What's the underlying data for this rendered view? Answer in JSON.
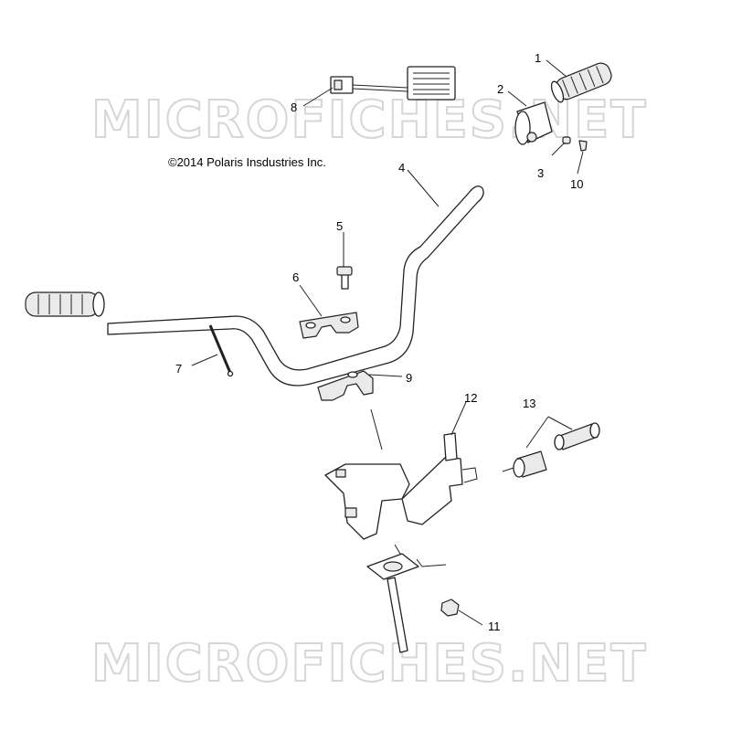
{
  "diagram": {
    "copyright": "©2014 Polaris Insdustries Inc.",
    "watermark_top": "MICROFICHES.NET",
    "watermark_bottom": "MICROFICHES.NET",
    "callouts": {
      "c1": "1",
      "c2": "2",
      "c3": "3",
      "c4": "4",
      "c5": "5",
      "c6": "6",
      "c7": "7",
      "c8": "8",
      "c9": "9",
      "c10": "10",
      "c11": "11",
      "c12": "12",
      "c13": "13"
    }
  }
}
